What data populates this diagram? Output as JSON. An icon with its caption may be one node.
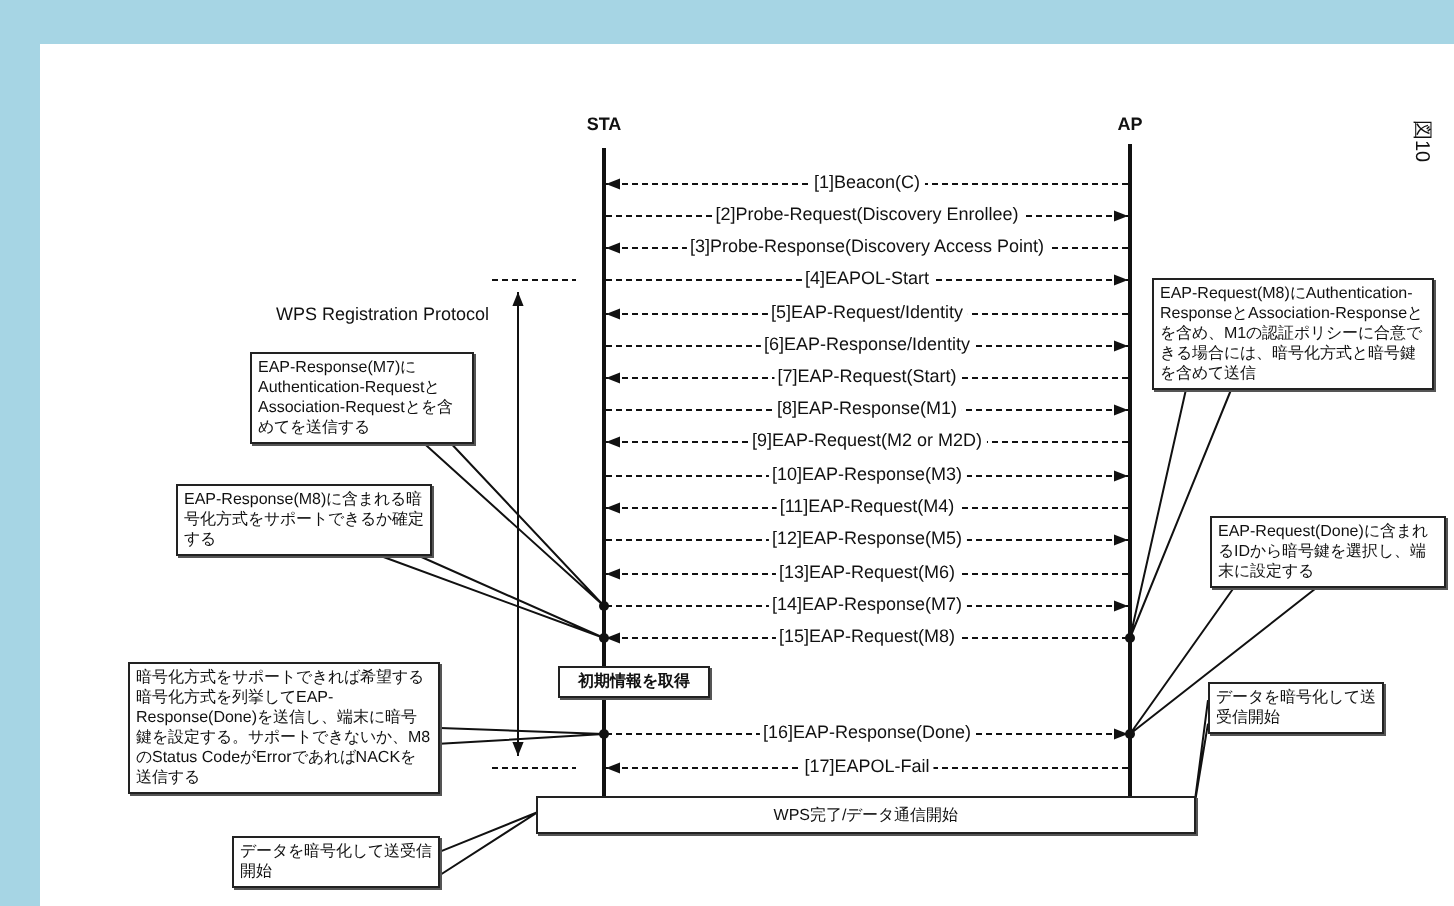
{
  "diagram": {
    "nodes": [
      {
        "text": [],
        "shape": "bar",
        "beside": [
          "STA"
        ]
      },
      {
        "text": [],
        "shape": "bar",
        "beside": [
          "AP"
        ]
      },
      {
        "text": [
          "EAP-Response(M7)にAuthentication-RequestとAssociation-Requestとを含めてを送信する"
        ]
      },
      {
        "text": [
          "EAP-Request(M8)にAuthentication-ResponseとAssociation-Responseとを含め、M1の認証ポリシーに合意できる場合には、暗号化方式と暗号鍵を含めて送信"
        ]
      },
      {
        "text": [
          "EAP-Response(M8)に含まれる暗号化方式をサポートできるか確定する"
        ]
      },
      {
        "text": [
          "EAP-Request(Done)に含まれるIDから暗号鍵を選択し、端末に設定する"
        ]
      },
      {
        "text": [
          "初期情報を取得"
        ]
      },
      {
        "text": [
          "暗号化方式をサポートできれば希望する暗号化方式を列挙してEAP-Response(Done)を送信し、端末に暗号鍵を設定する。サポートできないか、M8のStatus CodeがErrorであればNACKを送信する"
        ]
      },
      {
        "text": [
          "データを暗号化して送受信開始"
        ]
      },
      {
        "text": [
          "WPS完了/データ通信開始"
        ]
      },
      {
        "text": [
          "データを暗号化して送受信開始"
        ]
      }
    ],
    "edges": [
      {
        "from": 1,
        "to": 0,
        "arrow": "to",
        "style": "dashed",
        "label": "[1]Beacon(C)"
      },
      {
        "from": 0,
        "to": 1,
        "arrow": "to",
        "style": "dashed",
        "label": "[2]Probe-Request(Discovery Enrollee)"
      },
      {
        "from": 1,
        "to": 0,
        "arrow": "to",
        "style": "dashed",
        "label": "[3]Probe-Response(Discovery Access Point)"
      },
      {
        "from": 0,
        "to": 1,
        "arrow": "to",
        "style": "dashed",
        "label": "[4]EAPOL-Start"
      },
      {
        "from": 1,
        "to": 0,
        "arrow": "to",
        "style": "dashed",
        "label": "[5]EAP-Request/Identity"
      },
      {
        "from": 0,
        "to": 1,
        "arrow": "to",
        "style": "dashed",
        "label": "[6]EAP-Response/Identity"
      },
      {
        "from": 1,
        "to": 0,
        "arrow": "to",
        "style": "dashed",
        "label": "[7]EAP-Request(Start)"
      },
      {
        "from": 0,
        "to": 1,
        "arrow": "to",
        "style": "dashed",
        "label": "[8]EAP-Response(M1)"
      },
      {
        "from": 1,
        "to": 0,
        "arrow": "to",
        "style": "dashed",
        "label": "[9]EAP-Request(M2 or M2D)"
      },
      {
        "from": 0,
        "to": 1,
        "arrow": "to",
        "style": "dashed",
        "label": "[10]EAP-Response(M3)"
      },
      {
        "from": 1,
        "to": 0,
        "arrow": "to",
        "style": "dashed",
        "label": "[11]EAP-Request(M4)"
      },
      {
        "from": 0,
        "to": 1,
        "arrow": "to",
        "style": "dashed",
        "label": "[12]EAP-Response(M5)"
      },
      {
        "from": 1,
        "to": 0,
        "arrow": "to",
        "style": "dashed",
        "label": "[13]EAP-Request(M6)"
      },
      {
        "from": 0,
        "to": 1,
        "arrow": "to",
        "style": "dashed",
        "label": "[14]EAP-Response(M7)"
      },
      {
        "from": 1,
        "to": 0,
        "arrow": "to",
        "style": "dashed",
        "label": "[15]EAP-Request(M8)"
      },
      {
        "from": 0,
        "to": 1,
        "arrow": "to",
        "style": "dashed",
        "label": "[16]EAP-Response(Done)"
      },
      {
        "from": 1,
        "to": 0,
        "arrow": "to",
        "style": "dashed",
        "label": "[17]EAPOL-Fail"
      },
      {
        "from": 2,
        "to": 0,
        "arrow": "other"
      },
      {
        "from": 4,
        "to": 0,
        "arrow": "other"
      },
      {
        "from": 7,
        "to": 0,
        "arrow": "other"
      },
      {
        "from": 3,
        "to": 1,
        "arrow": "other"
      },
      {
        "from": 5,
        "to": 1,
        "arrow": "other"
      },
      {
        "from": 8,
        "to": 9,
        "arrow": "none"
      },
      {
        "from": 10,
        "to": 9,
        "arrow": "none"
      }
    ],
    "labels": [
      "図10",
      "WPS Registration Protocol"
    ]
  }
}
